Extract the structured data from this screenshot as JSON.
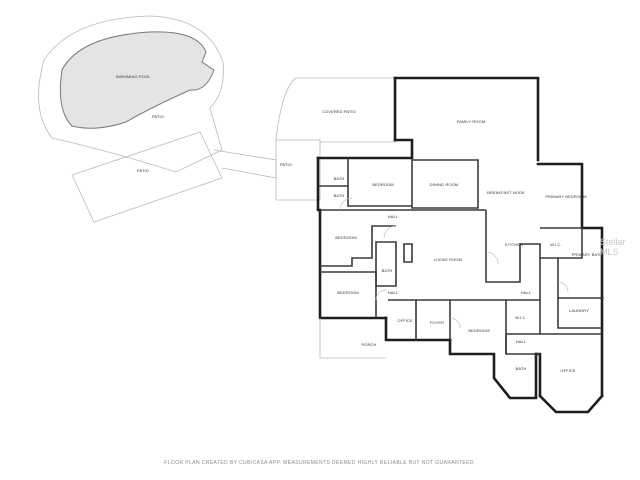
{
  "rooms": {
    "swimming_pool": "SWIMMING POOL",
    "patio_upper": "PATIO",
    "patio_left": "PATIO",
    "patio_small": "PATIO",
    "covered_patio": "COVERED PATIO",
    "family_room": "FAMILY ROOM",
    "bath_upper": "BATH",
    "bath_lower": "BATH",
    "bedroom_top": "BEDROOM",
    "dining_room": "DINING ROOM",
    "breakfast_nook": "BREAKFAST NOOK",
    "primary_bedroom": "PRIMARY BEDROOM",
    "hall_upper": "HALL",
    "bedroom_left": "BEDROOM",
    "kitchen": "KITCHEN",
    "wic_upper": "W.I.C.",
    "primary_bath": "PRIMARY BATH",
    "living_room": "LIVING ROOM",
    "bath_middle": "BATH",
    "bedroom_lower_left": "BEDROOM",
    "hall_lower": "HALL",
    "hall_right": "HALL",
    "laundry": "LAUNDRY",
    "office_small": "OFFICE",
    "foyer": "FOYER",
    "bedroom_center": "BEDROOM",
    "wic_lower": "W.I.C.",
    "hall_bottom": "HALL",
    "porch": "PORCH",
    "bath_bottom": "BATH",
    "office_right": "OFFICE"
  },
  "footer": "FLOOR PLAN CREATED BY CUBICASA APP. MEASUREMENTS DEEMED HIGHLY RELIABLE BUT NOT GUARANTEED.",
  "watermark": "Stellar MLS",
  "colors": {
    "pool_fill": "#e4e4e4",
    "wall": "#1e1e1e",
    "outline": "#b9b9b9",
    "background": "#ffffff"
  }
}
